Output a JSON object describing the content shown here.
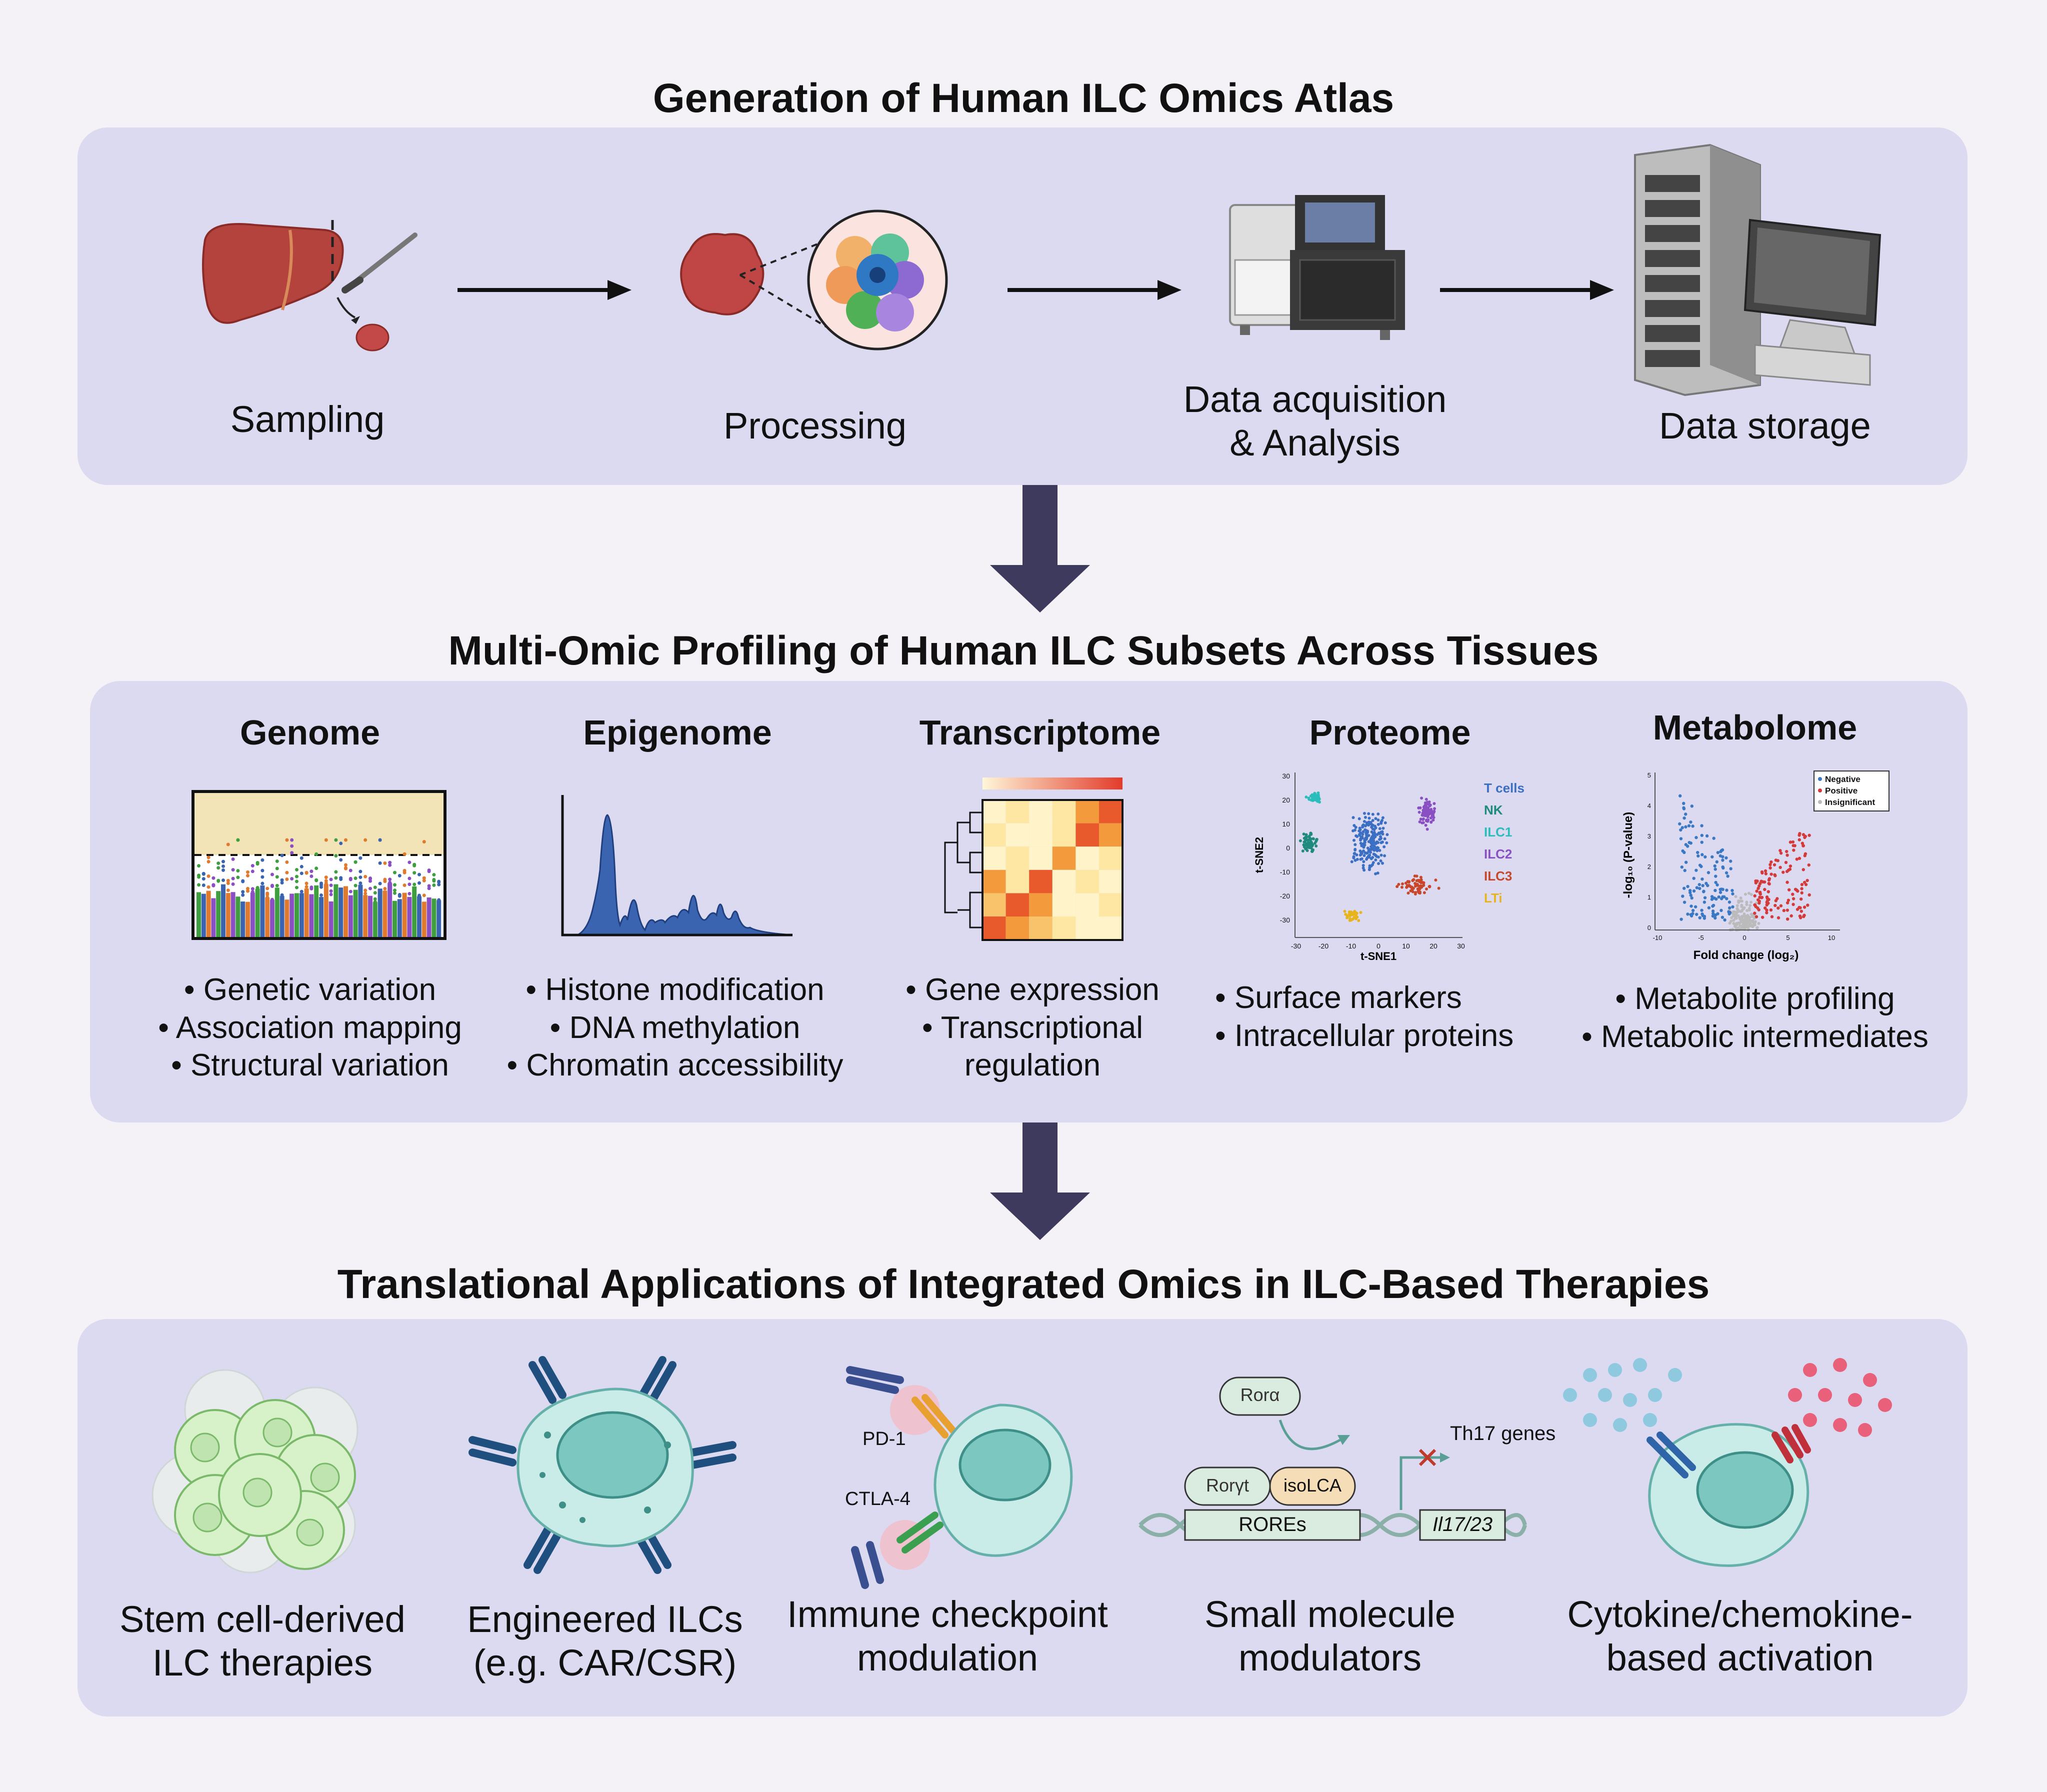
{
  "sections": {
    "generation": {
      "title": "Generation of Human ILC Omics Atlas",
      "steps": [
        "Sampling",
        "Processing",
        "Data acquisition\n& Analysis",
        "Data storage"
      ]
    },
    "profiling": {
      "title": "Multi-Omic Profiling of Human ILC Subsets Across Tissues",
      "omics": [
        {
          "title": "Genome",
          "bullets": [
            "• Genetic variation",
            "• Association mapping",
            "• Structural variation"
          ]
        },
        {
          "title": "Epigenome",
          "bullets": [
            "• Histone modification",
            "• DNA methylation",
            "• Chromatin accessibility"
          ]
        },
        {
          "title": "Transcriptome",
          "bullets": [
            "• Gene expression",
            "• Transcriptional",
            "regulation"
          ]
        },
        {
          "title": "Proteome",
          "bullets": [
            "• Surface markers",
            "• Intracellular proteins"
          ]
        },
        {
          "title": "Metabolome",
          "bullets": [
            "• Metabolite profiling",
            "• Metabolic intermediates"
          ]
        }
      ],
      "proteome_plot": {
        "xlabel": "t-SNE1",
        "ylabel": "t-SNE2",
        "xticks": [
          "-30",
          "-20",
          "-10",
          "0",
          "10",
          "20",
          "30"
        ],
        "yticks": [
          "30",
          "20",
          "10",
          "0",
          "-10",
          "-20",
          "-30"
        ],
        "legend": [
          {
            "name": "T cells",
            "color": "#3b6fc4"
          },
          {
            "name": "NK",
            "color": "#1f8a7e"
          },
          {
            "name": "ILC1",
            "color": "#2bbcbc"
          },
          {
            "name": "ILC2",
            "color": "#8a4fc2"
          },
          {
            "name": "ILC3",
            "color": "#c8472a"
          },
          {
            "name": "LTi",
            "color": "#e8b41e"
          }
        ]
      },
      "metabolome_plot": {
        "xlabel": "Fold change (log₂)",
        "ylabel": "-log₁₀ (P-value)",
        "xticks": [
          "-10",
          "-5",
          "0",
          "5",
          "10"
        ],
        "yticks": [
          "5",
          "4",
          "3",
          "2",
          "1",
          "0"
        ],
        "legend": [
          {
            "name": "Negative",
            "color": "#3b78c4"
          },
          {
            "name": "Positive",
            "color": "#d43a3a"
          },
          {
            "name": "Insignificant",
            "color": "#bbbbbb"
          }
        ]
      }
    },
    "applications": {
      "title": "Translational Applications of Integrated Omics in ILC-Based Therapies",
      "items": [
        "Stem cell-derived\nILC therapies",
        "Engineered ILCs\n(e.g. CAR/CSR)",
        "Immune checkpoint\nmodulation",
        "Small molecule\nmodulators",
        "Cytokine/chemokine-\nbased activation"
      ],
      "checkpoint_labels": {
        "pd1": "PD-1",
        "ctla4": "CTLA-4"
      },
      "smallmol_labels": {
        "rora": "Rorα",
        "rorgt": "Rorγt",
        "isolca": "isoLCA",
        "rores": "ROREs",
        "gene": "Il17/23",
        "th17": "Th17 genes"
      }
    }
  },
  "colors": {
    "panel": "#dcdaf0",
    "background": "#f4f2f7",
    "arrow": "#3d3a5e"
  }
}
